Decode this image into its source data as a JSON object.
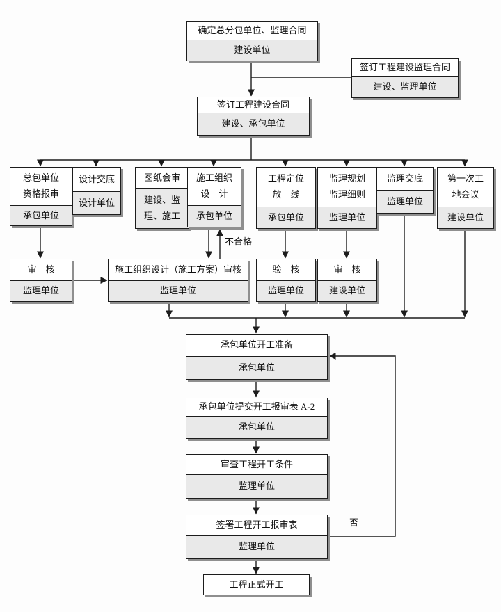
{
  "diagram": {
    "edge_labels": {
      "unqualified": "不合格",
      "no": "否"
    },
    "nodes": {
      "determine_contract": {
        "title": "确定总分包单位、监理合同",
        "actor": "建设单位"
      },
      "sign_supervision_contract": {
        "title": "签订工程建设监理合同",
        "actor": "建设、监理单位"
      },
      "sign_construction_contract": {
        "title": "签订工程建设合同",
        "actor": "建设、承包单位"
      },
      "general_contractor_qualification": {
        "title": "总包单位\n资格报审",
        "actor": "承包单位"
      },
      "design_disclosure": {
        "title": "设计交底",
        "actor": "设计单位"
      },
      "drawing_review": {
        "title": "图纸会审",
        "actor": "建设、监\n理、施工"
      },
      "construction_organization_design": {
        "title": "施工组织\n设　计",
        "actor": "承包单位"
      },
      "project_positioning": {
        "title": "工程定位\n放　线",
        "actor": "承包单位"
      },
      "supervision_planning": {
        "title": "监理规划\n监理细则",
        "actor": "监理单位"
      },
      "supervision_disclosure": {
        "title": "监理交底",
        "actor": "监理单位"
      },
      "first_site_meeting": {
        "title": "第一次工\n地会议",
        "actor": "建设单位"
      },
      "review_supervisor": {
        "title": "审　核",
        "actor": "监理单位"
      },
      "cod_review": {
        "title": "施工组织设计（施工方案）审核",
        "actor": "监理单位"
      },
      "verification": {
        "title": "验　核",
        "actor": "监理单位"
      },
      "review_owner": {
        "title": "审　核",
        "actor": "建设单位"
      },
      "start_preparation": {
        "title": "承包单位开工准备",
        "actor": "承包单位"
      },
      "submit_start_form": {
        "title": "承包单位提交开工报审表 A-2",
        "actor": "承包单位"
      },
      "review_start_conditions": {
        "title": "审查工程开工条件",
        "actor": "监理单位"
      },
      "sign_start_form": {
        "title": "签署工程开工报审表",
        "actor": "监理单位"
      },
      "formal_start": {
        "title": "工程正式开工"
      }
    }
  }
}
